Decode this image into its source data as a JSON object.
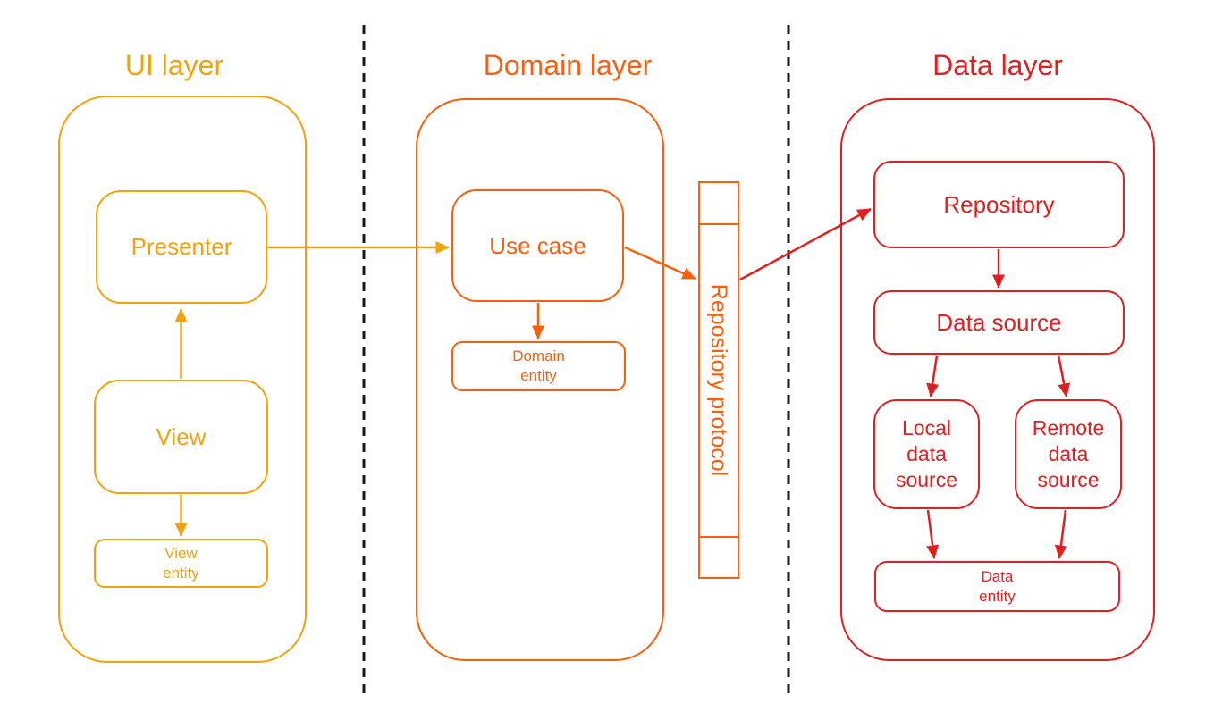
{
  "colors": {
    "ui": "#F2A20E",
    "domain": "#F8600D",
    "data": "#E02020",
    "divider": "#1A1A1A",
    "background": "#FFFFFF"
  },
  "layers": {
    "ui": {
      "title": "UI layer",
      "nodes": {
        "presenter": "Presenter",
        "view": "View",
        "view_entity": "View\nentity"
      }
    },
    "domain": {
      "title": "Domain layer",
      "nodes": {
        "use_case": "Use case",
        "domain_entity": "Domain\nentity",
        "repository_protocol": "Repository protocol"
      }
    },
    "data": {
      "title": "Data layer",
      "nodes": {
        "repository": "Repository",
        "data_source": "Data source",
        "local_data_source": "Local\ndata\nsource",
        "remote_data_source": "Remote\ndata\nsource",
        "data_entity": "Data\nentity"
      }
    }
  },
  "edges": [
    {
      "from": "View",
      "to": "Presenter"
    },
    {
      "from": "View",
      "to": "View entity"
    },
    {
      "from": "Presenter",
      "to": "Use case"
    },
    {
      "from": "Use case",
      "to": "Repository protocol"
    },
    {
      "from": "Use case",
      "to": "Domain entity"
    },
    {
      "from": "Repository protocol",
      "to": "Repository"
    },
    {
      "from": "Repository",
      "to": "Data source"
    },
    {
      "from": "Data source",
      "to": "Local data source"
    },
    {
      "from": "Data source",
      "to": "Remote data source"
    },
    {
      "from": "Local data source",
      "to": "Data entity"
    },
    {
      "from": "Remote data source",
      "to": "Data entity"
    }
  ]
}
